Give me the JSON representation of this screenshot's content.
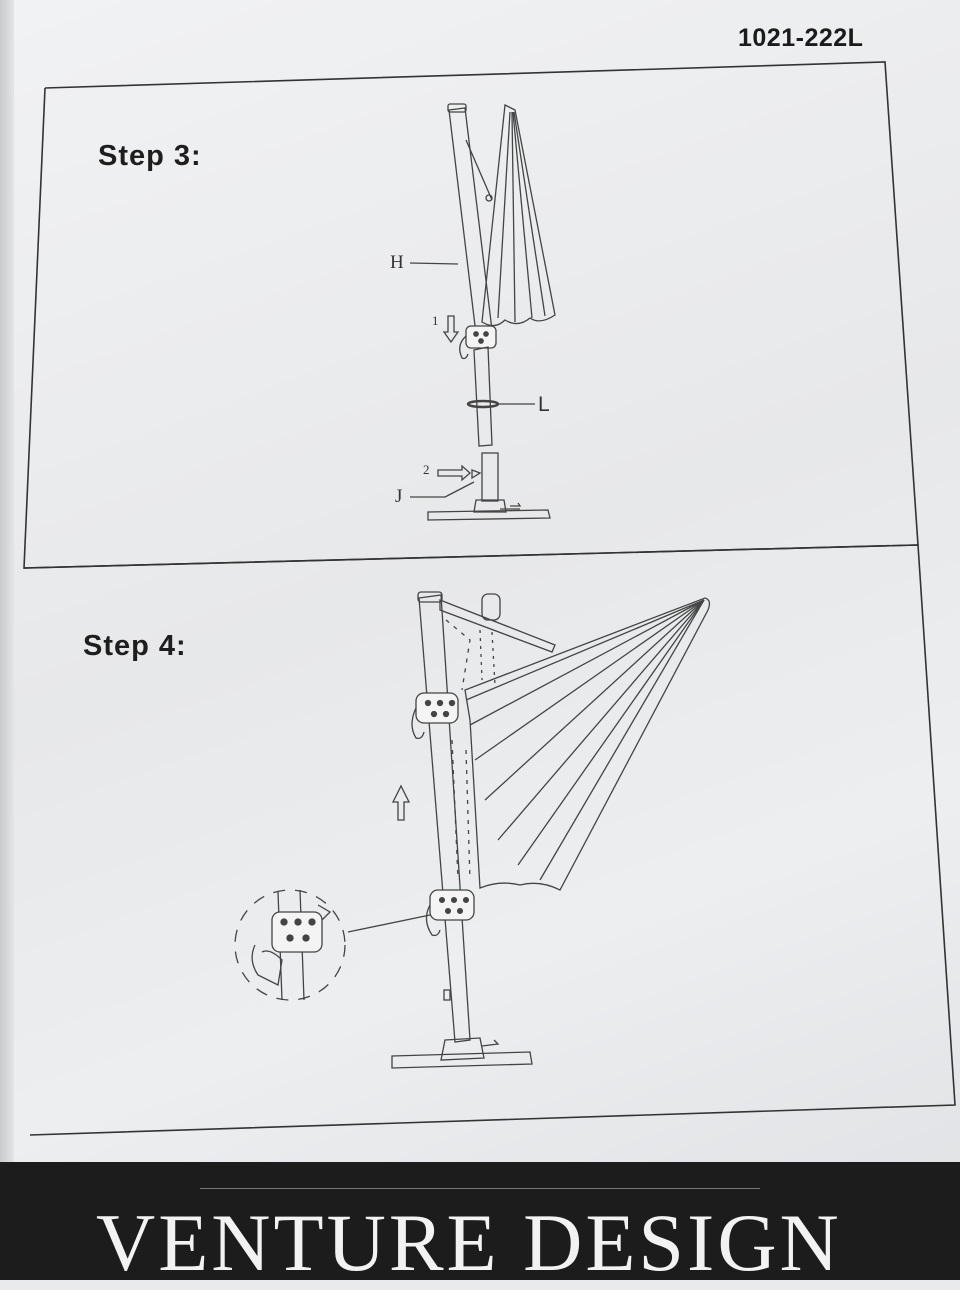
{
  "header": {
    "model_number": "1021-222L"
  },
  "step3": {
    "title": "Step 3:",
    "labels": {
      "h": "H",
      "l": "L",
      "j": "J",
      "arrow1": "1",
      "arrow2": "2"
    }
  },
  "step4": {
    "title": "Step 4:"
  },
  "footer": {
    "brand": "VENTURE DESIGN"
  }
}
